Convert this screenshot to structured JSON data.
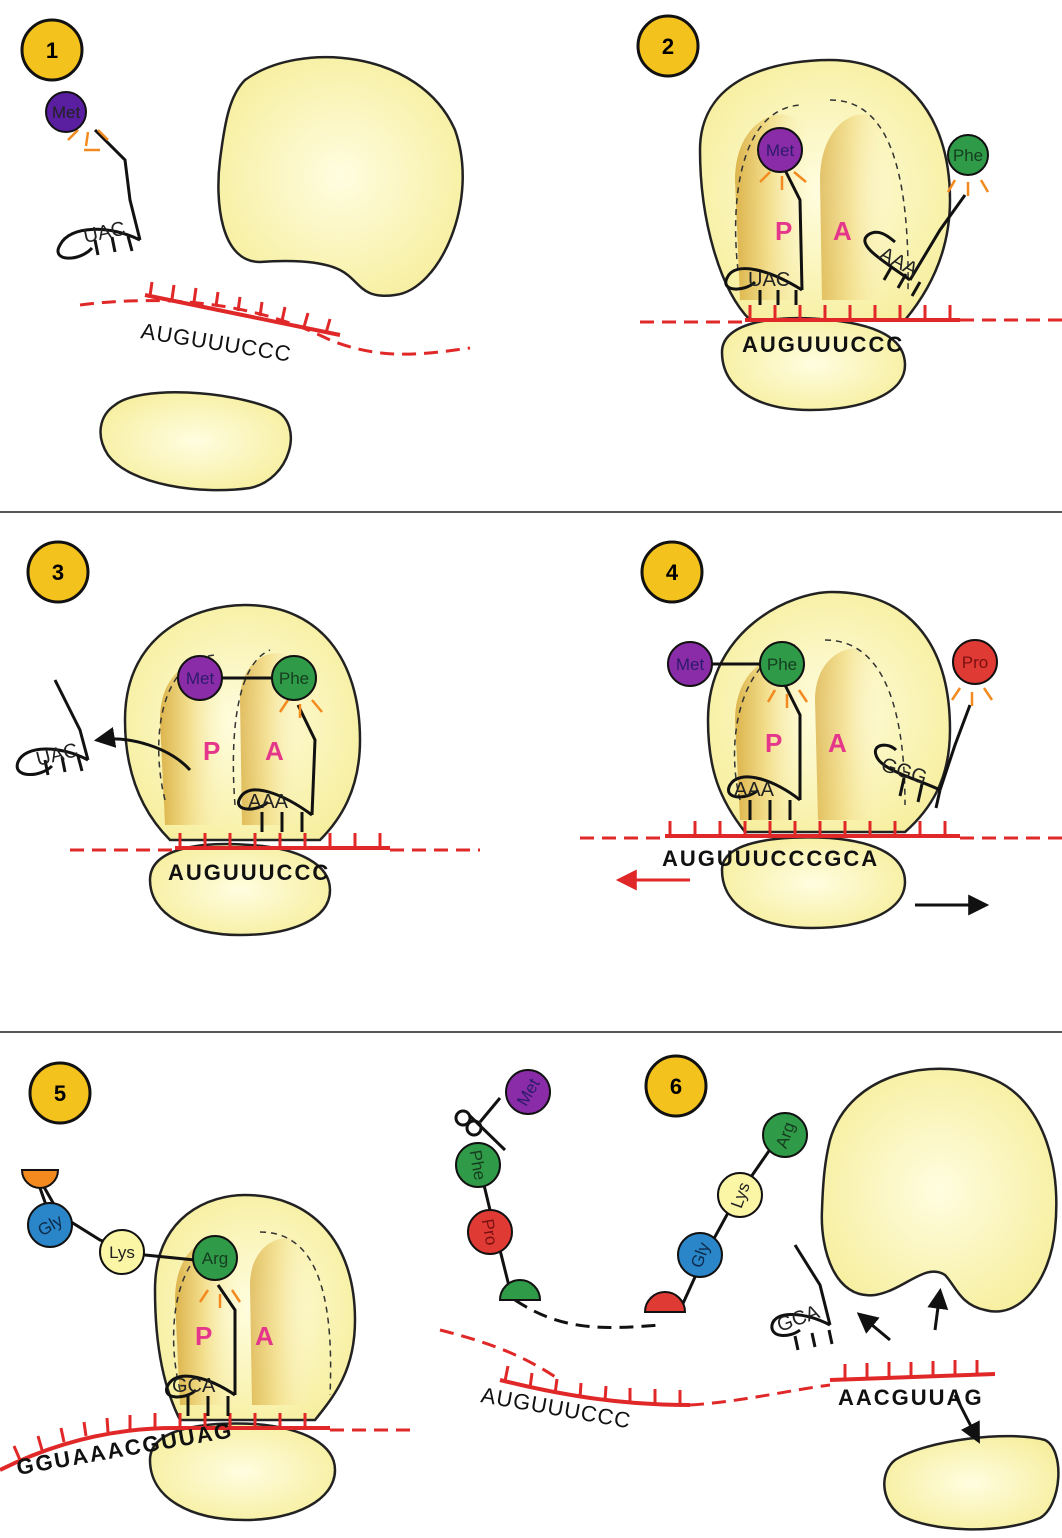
{
  "colors": {
    "subunit_fill": "#fbf6b8",
    "subunit_shade": "#e6c766",
    "mrna": "#e02828",
    "badge": "#f4c21c",
    "met": "#8a2ca8",
    "phe": "#2f9a48",
    "pro": "#e03a34",
    "gly": "#2a86c8",
    "lys": "#fbf6a6",
    "arg": "#2f9a48",
    "site_label": "#e4368a",
    "bond": "#f28a20"
  },
  "panels": [
    {
      "number": "1",
      "amino_acids": [
        "Met"
      ],
      "anticodons": [
        {
          "text": "UAC"
        }
      ],
      "mrna": "AUGUUUCCC"
    },
    {
      "number": "2",
      "amino_acids": [
        "Met",
        "Phe"
      ],
      "sites": [
        "P",
        "A"
      ],
      "anticodons": [
        {
          "text": "UAC"
        },
        {
          "text": "AAA"
        }
      ],
      "mrna": "AUGUUUCCC"
    },
    {
      "number": "3",
      "amino_acids": [
        "Met",
        "Phe"
      ],
      "sites": [
        "P",
        "A"
      ],
      "anticodons": [
        {
          "text": "UAC"
        },
        {
          "text": "AAA"
        }
      ],
      "mrna": "AUGUUUCCC"
    },
    {
      "number": "4",
      "amino_acids": [
        "Met",
        "Phe",
        "Pro"
      ],
      "sites": [
        "P",
        "A"
      ],
      "anticodons": [
        {
          "text": "AAA"
        },
        {
          "text": "GGG"
        }
      ],
      "mrna": "AUGUUUCCCGCA"
    },
    {
      "number": "5",
      "amino_acids": [
        "Gly",
        "Lys",
        "Arg"
      ],
      "sites": [
        "P",
        "A"
      ],
      "anticodons": [
        {
          "text": "GCA"
        }
      ],
      "mrna": "GGUAAACGUUAG"
    },
    {
      "number": "6",
      "amino_acids": [
        "Met",
        "Phe",
        "Pro",
        "Gly",
        "Lys",
        "Arg"
      ],
      "anticodons": [
        {
          "text": "GCA"
        }
      ],
      "mrna_left": "AUGUUUCCC",
      "mrna_right": "AACGUUAG"
    }
  ]
}
